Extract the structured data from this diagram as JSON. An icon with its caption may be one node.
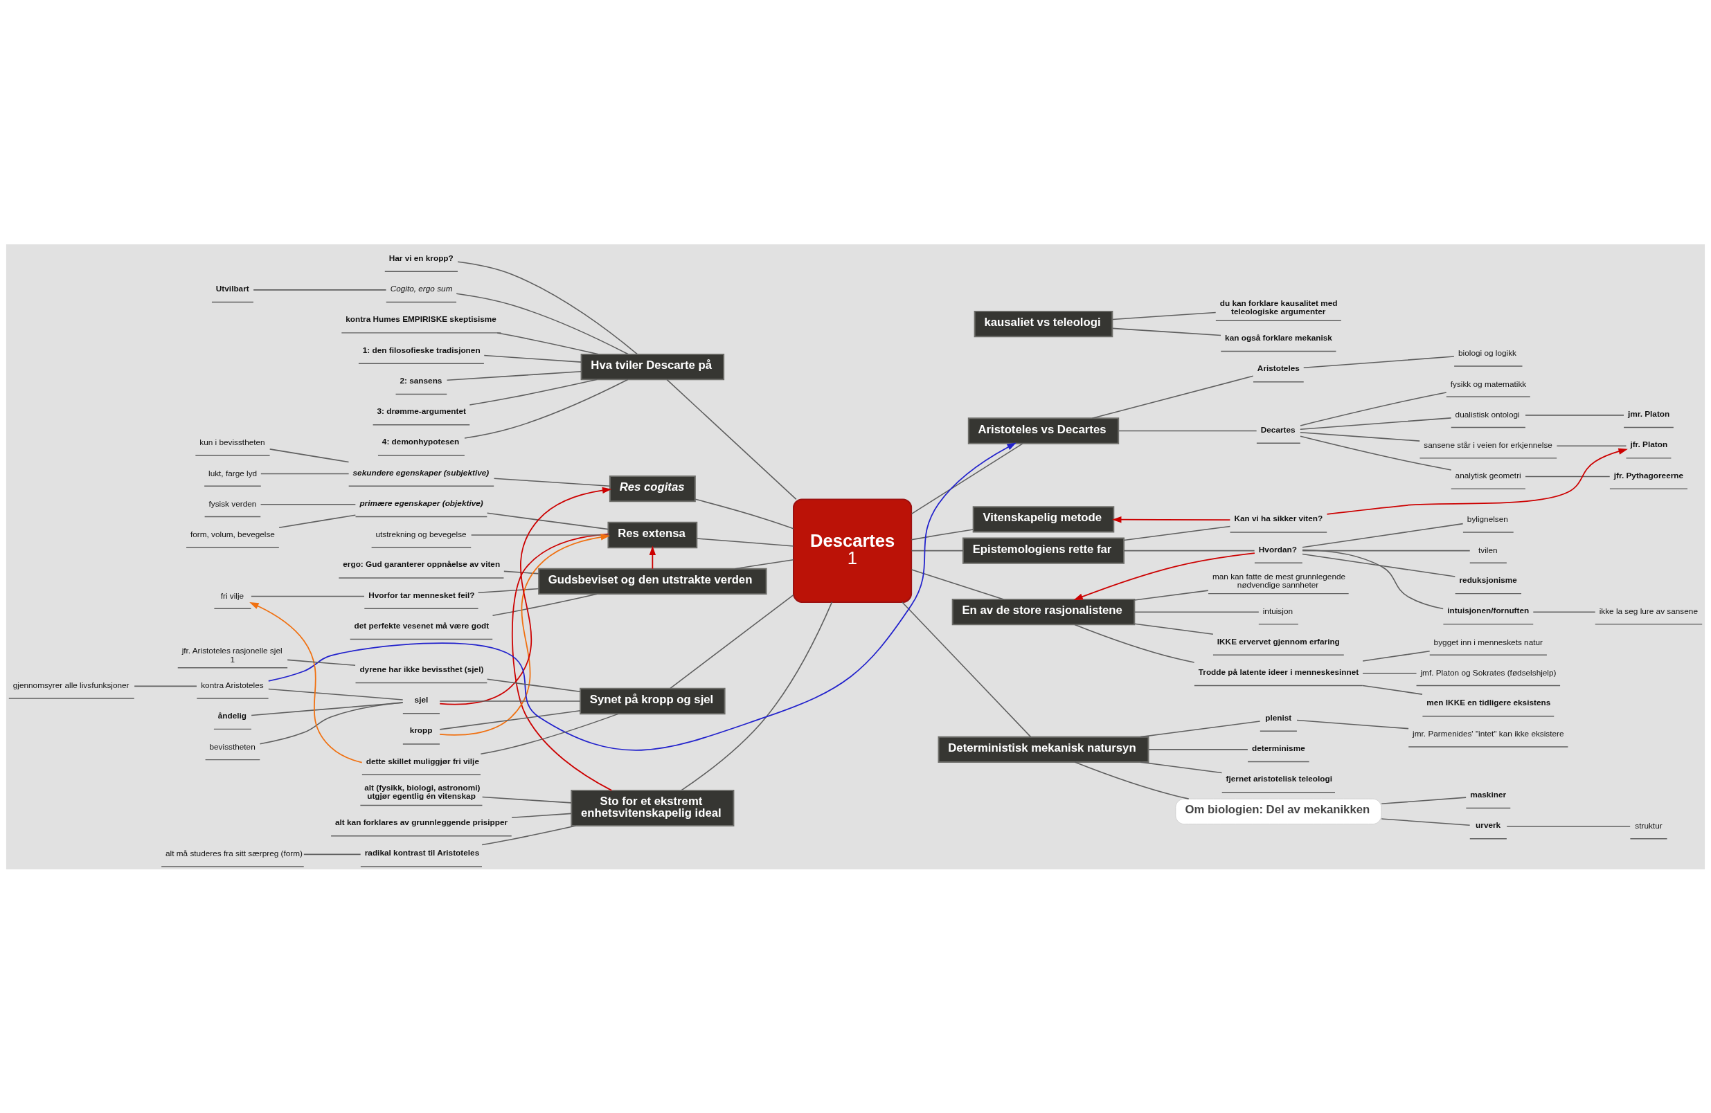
{
  "diagram": {
    "nodes": [
      {
        "text": [
          "Descartes",
          "1"
        ]
      },
      {
        "text": [
          "Aristoteles vs Decartes"
        ]
      },
      {
        "text": [
          "Aristoteles"
        ]
      },
      {
        "text": [
          "biologi og logikk"
        ]
      },
      {
        "text": [
          "Decartes"
        ]
      },
      {
        "text": [
          "fysikk og matematikk"
        ]
      },
      {
        "text": [
          "dualistisk ontologi"
        ]
      },
      {
        "text": [
          "jmr. Platon"
        ]
      },
      {
        "text": [
          "sansene står i veien for erkjennelse"
        ]
      },
      {
        "text": [
          "jfr. Platon"
        ]
      },
      {
        "text": [
          "analytisk geometri"
        ]
      },
      {
        "text": [
          "jfr. Pythagoreerne"
        ]
      },
      {
        "text": [
          "Vitenskapelig metode"
        ]
      },
      {
        "text": [
          "Epistemologiens rette far"
        ]
      },
      {
        "text": [
          "Kan vi ha sikker viten?"
        ]
      },
      {
        "text": [
          "Hvordan?"
        ]
      },
      {
        "text": [
          "bylignelsen"
        ]
      },
      {
        "text": [
          "tvilen"
        ]
      },
      {
        "text": [
          "reduksjonisme"
        ]
      },
      {
        "text": [
          "intuisjonen/fornuften"
        ]
      },
      {
        "text": [
          "ikke la seg lure av sansene"
        ]
      },
      {
        "text": [
          "En av de store rasjonalistene"
        ]
      },
      {
        "text": [
          "man kan fatte de mest grunnlegende nødvendige sannheter"
        ]
      },
      {
        "text": [
          "intuisjon"
        ]
      },
      {
        "text": [
          "IKKE ervervet gjennom erfaring"
        ]
      },
      {
        "text": [
          "Trodde på latente ideer i menneskesinnet"
        ]
      },
      {
        "text": [
          "jmf. Platon og Sokrates (fødselshjelp)"
        ]
      },
      {
        "text": [
          "men IKKE en tidligere eksistens"
        ]
      },
      {
        "text": [
          "bygget inn i menneskets natur"
        ]
      },
      {
        "text": [
          "Deterministisk mekanisk natursyn"
        ]
      },
      {
        "text": [
          "plenist"
        ]
      },
      {
        "text": [
          "jmr. Parmenides' \"intet\" kan ikke eksistere"
        ]
      },
      {
        "text": [
          "determinisme"
        ]
      },
      {
        "text": [
          "fjernet aristotelisk teleologi"
        ]
      },
      {
        "text": [
          "Om biologien: Del av mekanikken"
        ]
      },
      {
        "text": [
          "maskiner"
        ]
      },
      {
        "text": [
          "urverk"
        ]
      },
      {
        "text": [
          "struktur"
        ]
      },
      {
        "text": [
          "kausaliet vs teleologi"
        ]
      },
      {
        "text": [
          "du kan forklare kausalitet med teleologiske argumenter"
        ]
      },
      {
        "text": [
          "kan også forklare mekanisk"
        ]
      },
      {
        "text": [
          "Hva tviler Descarte på"
        ]
      },
      {
        "text": [
          "Har vi en kropp?"
        ]
      },
      {
        "text": [
          "Cogito, ergo sum"
        ]
      },
      {
        "text": [
          "Utvilbart"
        ]
      },
      {
        "text": [
          "kontra Humes EMPIRISKE skeptisisme"
        ]
      },
      {
        "text": [
          "1: den filosofieske tradisjonen"
        ]
      },
      {
        "text": [
          "2: sansens"
        ]
      },
      {
        "text": [
          "3: drømme-argumentet"
        ]
      },
      {
        "text": [
          "4: demonhypotesen"
        ]
      },
      {
        "text": [
          "Gudsbeviset og den utstrakte verden"
        ]
      },
      {
        "text": [
          "det perfekte vesenet må være godt"
        ]
      },
      {
        "text": [
          "ergo: Gud garanterer oppnåelse av viten"
        ]
      },
      {
        "text": [
          "Hvorfor tar mennesket feil?"
        ]
      },
      {
        "text": [
          "fri vilje"
        ]
      },
      {
        "text": [
          "Sto for et ekstremt enhetsvitenskapelig ideal"
        ]
      },
      {
        "text": [
          "alt (fysikk, biologi, astronomi) utgjør egentlig én vitenskap"
        ]
      },
      {
        "text": [
          "alt kan forklares av grunnleggende prisipper"
        ]
      },
      {
        "text": [
          "radikal kontrast til Aristoteles"
        ]
      },
      {
        "text": [
          "alt må studeres fra sitt særpreg (form)"
        ]
      },
      {
        "text": [
          "Res extensa"
        ]
      },
      {
        "text": [
          "primære egenskaper (objektive)"
        ]
      },
      {
        "text": [
          "fysisk verden"
        ]
      },
      {
        "text": [
          "form, volum, bevegelse"
        ]
      },
      {
        "text": [
          "utstrekning og bevegelse"
        ]
      },
      {
        "text": [
          "Res cogitas"
        ]
      },
      {
        "text": [
          "sekundere egenskaper (subjektive)"
        ]
      },
      {
        "text": [
          "kun i bevisstheten"
        ]
      },
      {
        "text": [
          "lukt, farge lyd"
        ]
      },
      {
        "text": [
          "Synet på kropp og sjel"
        ]
      },
      {
        "text": [
          "kropp"
        ]
      },
      {
        "text": [
          "sjel"
        ]
      },
      {
        "text": [
          "åndelig"
        ]
      },
      {
        "text": [
          "bevisstheten"
        ]
      },
      {
        "text": [
          "kontra Aristoteles"
        ]
      },
      {
        "text": [
          "gjennomsyrer alle livsfunksjoner"
        ]
      },
      {
        "text": [
          "dette skillet muliggjør fri vilje"
        ]
      },
      {
        "text": [
          "dyrene har ikke bevissthet (sjel)"
        ]
      },
      {
        "text": [
          "jfr. Aristoteles rasjonelle sjel",
          "1"
        ]
      }
    ],
    "edges": [
      {
        "from": 0,
        "to": 1,
        "arrow": "none"
      },
      {
        "from": 1,
        "to": 2,
        "arrow": "none"
      },
      {
        "from": 2,
        "to": 3,
        "arrow": "none"
      },
      {
        "from": 1,
        "to": 4,
        "arrow": "none"
      },
      {
        "from": 4,
        "to": 5,
        "arrow": "none"
      },
      {
        "from": 4,
        "to": 6,
        "arrow": "none"
      },
      {
        "from": 6,
        "to": 7,
        "arrow": "none"
      },
      {
        "from": 4,
        "to": 8,
        "arrow": "none"
      },
      {
        "from": 8,
        "to": 9,
        "arrow": "none"
      },
      {
        "from": 4,
        "to": 10,
        "arrow": "none"
      },
      {
        "from": 10,
        "to": 11,
        "arrow": "none"
      },
      {
        "from": 0,
        "to": 12,
        "arrow": "none"
      },
      {
        "from": 0,
        "to": 13,
        "arrow": "none"
      },
      {
        "from": 13,
        "to": 14,
        "arrow": "none"
      },
      {
        "from": 13,
        "to": 15,
        "arrow": "none"
      },
      {
        "from": 15,
        "to": 16,
        "arrow": "none"
      },
      {
        "from": 15,
        "to": 17,
        "arrow": "none"
      },
      {
        "from": 15,
        "to": 18,
        "arrow": "none"
      },
      {
        "from": 15,
        "to": 19,
        "arrow": "none"
      },
      {
        "from": 19,
        "to": 20,
        "arrow": "none"
      },
      {
        "from": 0,
        "to": 21,
        "arrow": "none"
      },
      {
        "from": 21,
        "to": 22,
        "arrow": "none"
      },
      {
        "from": 21,
        "to": 23,
        "arrow": "none"
      },
      {
        "from": 21,
        "to": 24,
        "arrow": "none"
      },
      {
        "from": 21,
        "to": 25,
        "arrow": "none"
      },
      {
        "from": 25,
        "to": 26,
        "arrow": "none"
      },
      {
        "from": 25,
        "to": 27,
        "arrow": "none"
      },
      {
        "from": 25,
        "to": 28,
        "arrow": "none"
      },
      {
        "from": 0,
        "to": 29,
        "arrow": "none"
      },
      {
        "from": 29,
        "to": 30,
        "arrow": "none"
      },
      {
        "from": 30,
        "to": 31,
        "arrow": "none"
      },
      {
        "from": 29,
        "to": 32,
        "arrow": "none"
      },
      {
        "from": 29,
        "to": 33,
        "arrow": "none"
      },
      {
        "from": 29,
        "to": 34,
        "arrow": "none"
      },
      {
        "from": 34,
        "to": 35,
        "arrow": "none"
      },
      {
        "from": 34,
        "to": 36,
        "arrow": "none"
      },
      {
        "from": 36,
        "to": 37,
        "arrow": "none"
      },
      {
        "from": 38,
        "to": 39,
        "arrow": "none"
      },
      {
        "from": 38,
        "to": 40,
        "arrow": "none"
      },
      {
        "from": 41,
        "to": 0,
        "arrow": "none"
      },
      {
        "from": 42,
        "to": 41,
        "arrow": "none"
      },
      {
        "from": 43,
        "to": 41,
        "arrow": "none"
      },
      {
        "from": 44,
        "to": 43,
        "arrow": "none"
      },
      {
        "from": 45,
        "to": 41,
        "arrow": "none"
      },
      {
        "from": 46,
        "to": 41,
        "arrow": "none"
      },
      {
        "from": 47,
        "to": 41,
        "arrow": "none"
      },
      {
        "from": 48,
        "to": 41,
        "arrow": "none"
      },
      {
        "from": 49,
        "to": 41,
        "arrow": "none"
      },
      {
        "from": 50,
        "to": 0,
        "arrow": "none"
      },
      {
        "from": 51,
        "to": 50,
        "arrow": "none"
      },
      {
        "from": 52,
        "to": 50,
        "arrow": "none"
      },
      {
        "from": 53,
        "to": 50,
        "arrow": "none"
      },
      {
        "from": 54,
        "to": 53,
        "arrow": "none"
      },
      {
        "from": 55,
        "to": 0,
        "arrow": "none"
      },
      {
        "from": 56,
        "to": 55,
        "arrow": "none"
      },
      {
        "from": 57,
        "to": 55,
        "arrow": "none"
      },
      {
        "from": 58,
        "to": 55,
        "arrow": "none"
      },
      {
        "from": 59,
        "to": 58,
        "arrow": "none"
      },
      {
        "from": 60,
        "to": 0,
        "arrow": "none"
      },
      {
        "from": 61,
        "to": 60,
        "arrow": "none"
      },
      {
        "from": 62,
        "to": 61,
        "arrow": "none"
      },
      {
        "from": 63,
        "to": 61,
        "arrow": "none"
      },
      {
        "from": 64,
        "to": 60,
        "arrow": "none"
      },
      {
        "from": 65,
        "to": 0,
        "arrow": "none"
      },
      {
        "from": 66,
        "to": 65,
        "arrow": "none"
      },
      {
        "from": 67,
        "to": 66,
        "arrow": "none"
      },
      {
        "from": 68,
        "to": 66,
        "arrow": "none"
      },
      {
        "from": 69,
        "to": 0,
        "arrow": "none"
      },
      {
        "from": 70,
        "to": 69,
        "arrow": "none"
      },
      {
        "from": 71,
        "to": 69,
        "arrow": "none"
      },
      {
        "from": 72,
        "to": 71,
        "arrow": "none"
      },
      {
        "from": 73,
        "to": 71,
        "arrow": "none"
      },
      {
        "from": 74,
        "to": 71,
        "arrow": "none"
      },
      {
        "from": 75,
        "to": 74,
        "arrow": "none"
      },
      {
        "from": 76,
        "to": 69,
        "arrow": "none"
      },
      {
        "from": 77,
        "to": 69,
        "arrow": "none"
      },
      {
        "from": 78,
        "to": 77,
        "arrow": "none"
      },
      {
        "from": 14,
        "to": 12,
        "arrow": "to",
        "color": "#cc0000"
      },
      {
        "from": 14,
        "to": 9,
        "arrow": "to",
        "color": "#cc0000"
      },
      {
        "from": 15,
        "to": 21,
        "arrow": "to",
        "color": "#cc0000"
      },
      {
        "from": 74,
        "to": 1,
        "arrow": "to",
        "color": "#2222cc"
      },
      {
        "from": 50,
        "to": 60,
        "arrow": "to",
        "color": "#cc0000"
      },
      {
        "from": 55,
        "to": 60,
        "arrow": "none",
        "color": "#cc0000"
      },
      {
        "from": 71,
        "to": 65,
        "arrow": "to",
        "color": "#cc0000"
      },
      {
        "from": 70,
        "to": 60,
        "arrow": "to",
        "color": "#f07010"
      },
      {
        "from": 76,
        "to": 54,
        "arrow": "to",
        "color": "#f07010"
      }
    ]
  }
}
